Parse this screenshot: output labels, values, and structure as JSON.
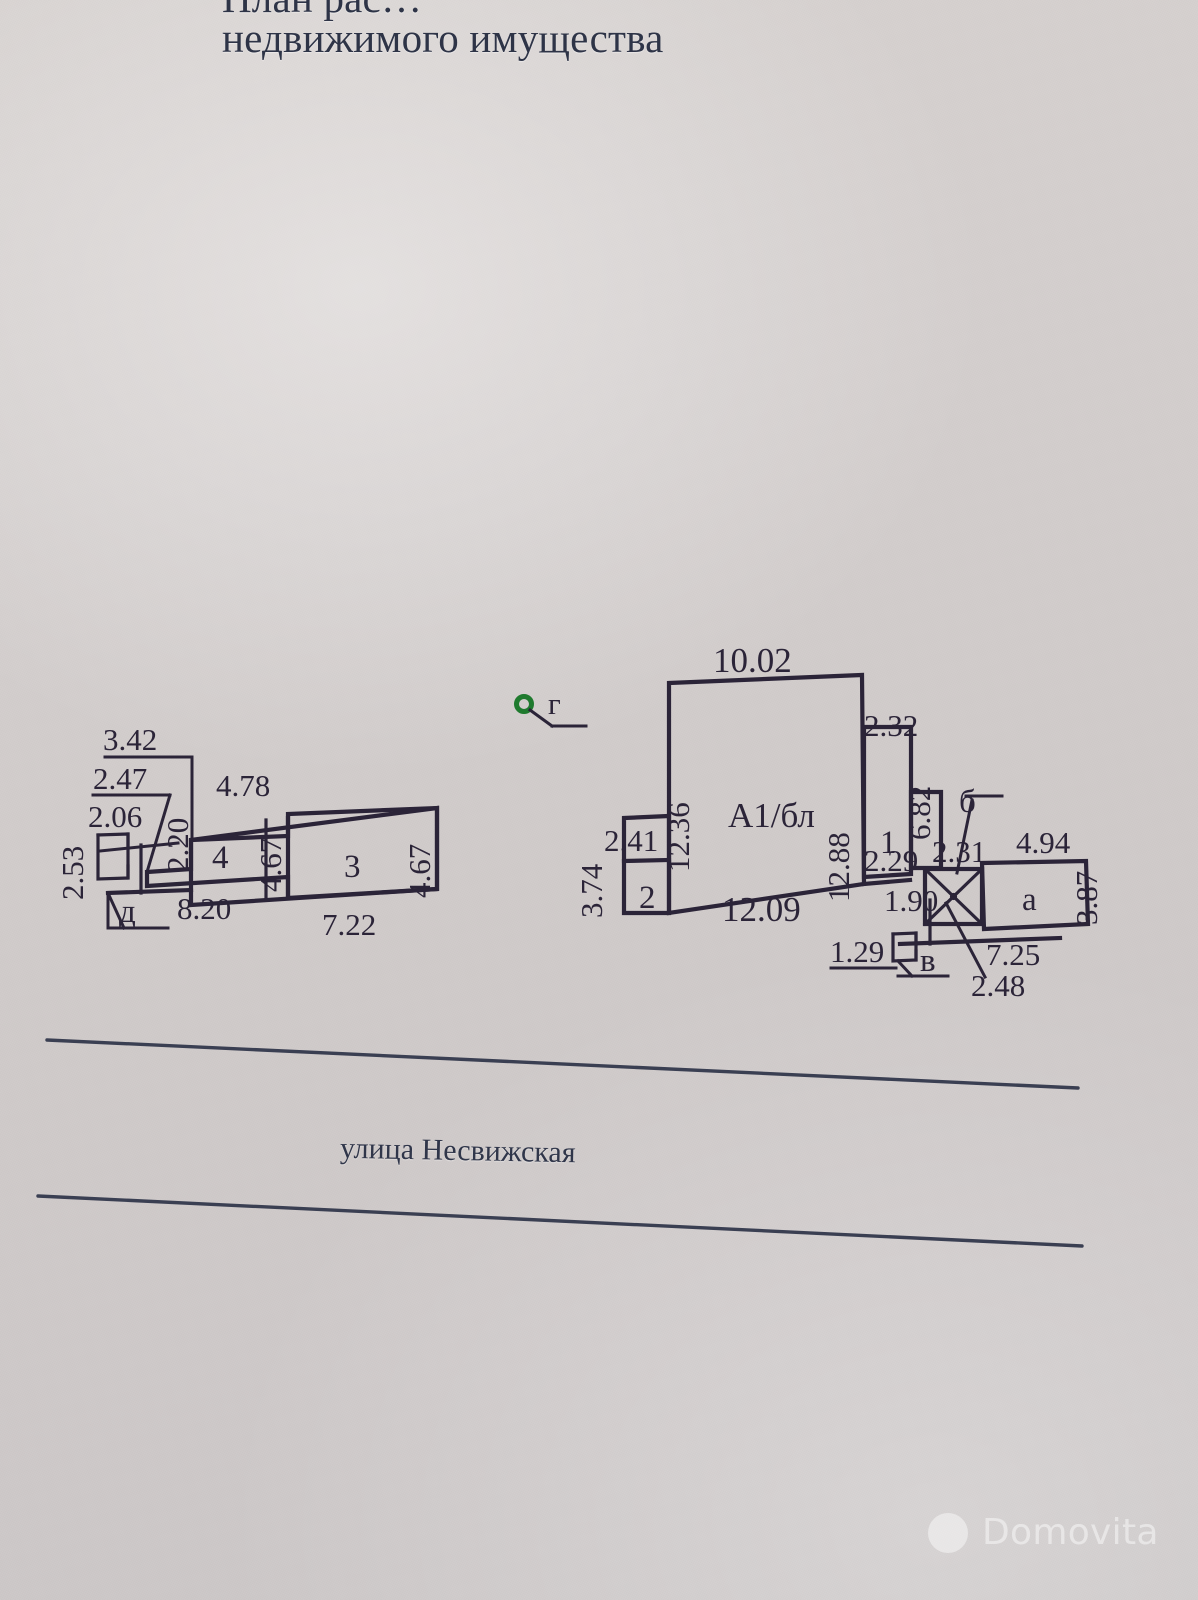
{
  "document": {
    "title_line1": "План рас…",
    "title_line2": "недвижимого имущества",
    "street_label": "улица Несвижская"
  },
  "watermark": {
    "text": "Domovita"
  },
  "markers": {
    "well": {
      "label": "г",
      "color": "#1f7a2e"
    }
  },
  "left_building": {
    "name": "left-building",
    "rooms": [
      {
        "id": "4",
        "label": "4"
      },
      {
        "id": "3",
        "label": "3"
      },
      {
        "id": "d",
        "label": "д"
      }
    ],
    "dimensions": {
      "d342": "3.42",
      "d247": "2.47",
      "d206": "2.06",
      "d253": "2.53",
      "d220": "2.20",
      "d478": "4.78",
      "d467a": "4.67",
      "d467b": "4.67",
      "d820": "8.20",
      "d722": "7.22"
    }
  },
  "right_building": {
    "name": "right-building",
    "main_label": "А1/бл",
    "rooms": [
      {
        "id": "1",
        "label": "1"
      },
      {
        "id": "2",
        "label": "2"
      },
      {
        "id": "a",
        "label": "а"
      },
      {
        "id": "b",
        "label": "б"
      },
      {
        "id": "v",
        "label": "в"
      }
    ],
    "dimensions": {
      "d1002": "10.02",
      "d1236": "12.36",
      "d1288": "12.88",
      "d1209": "12.09",
      "d232": "2.32",
      "d682": "6.82",
      "d229": "2.29",
      "d231": "2.31",
      "d494": "4.94",
      "d387": "3.87",
      "d725": "7.25",
      "d248": "2.48",
      "d190": "1.90",
      "d129": "1.29",
      "d374": "3.74",
      "d241": "2.41"
    }
  },
  "colors": {
    "ink": "#2b2438",
    "title_ink": "#2e3447",
    "paper": "#d2cdcb",
    "marker_green": "#1f7a2e"
  }
}
